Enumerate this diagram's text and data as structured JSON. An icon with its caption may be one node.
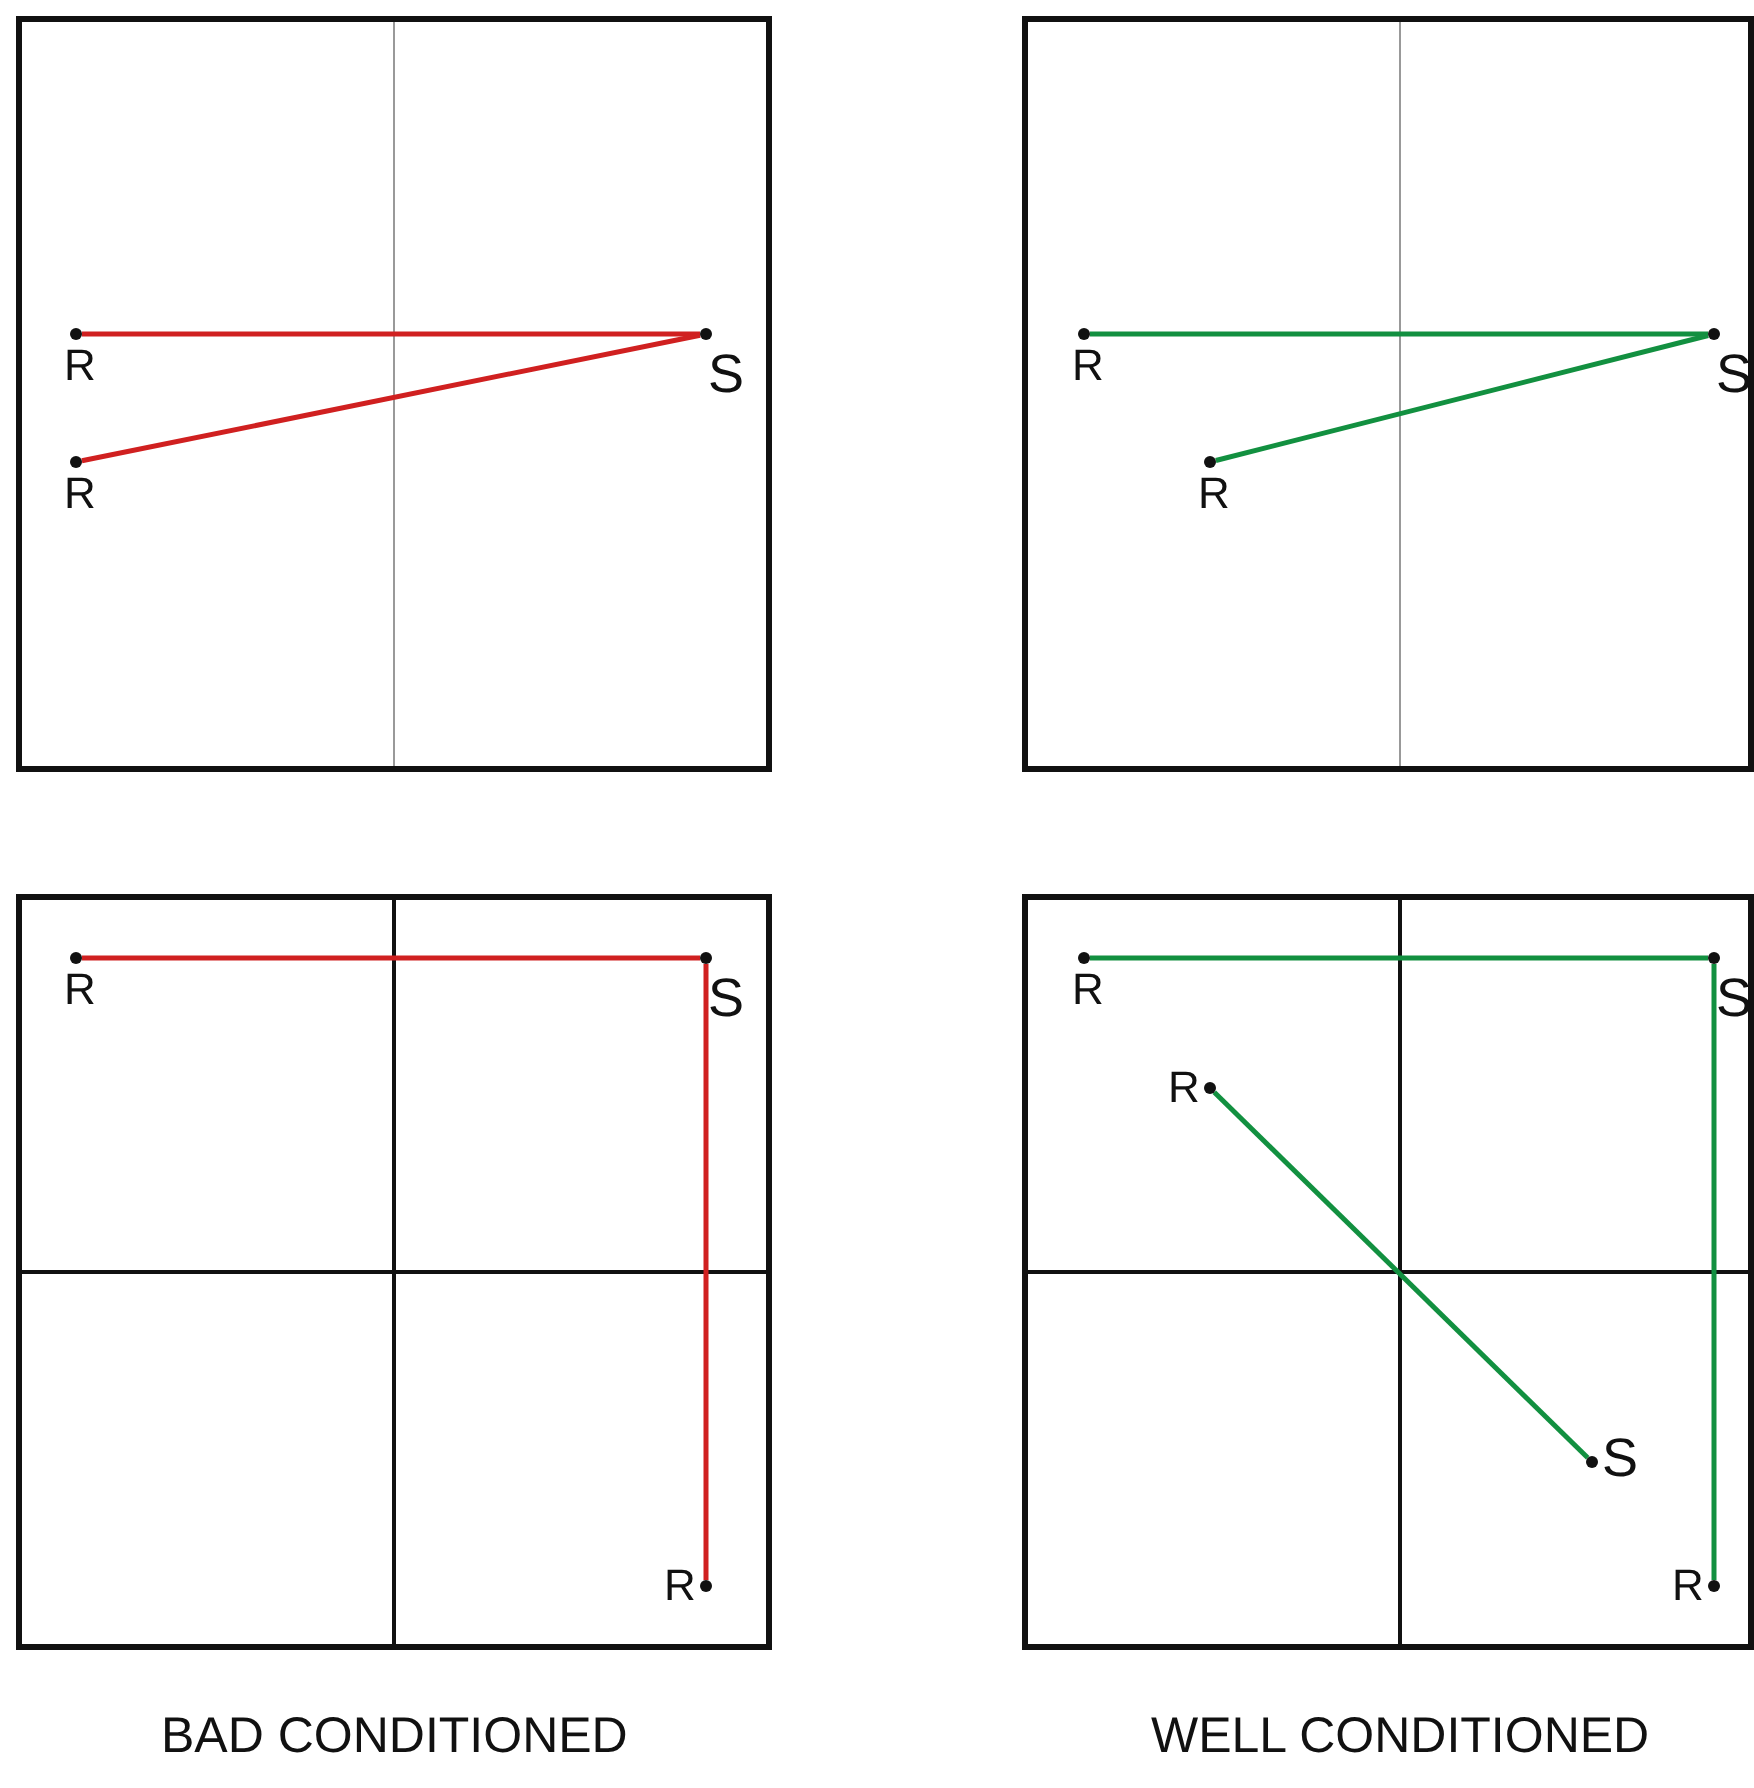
{
  "diagram": {
    "nodes": [
      {
        "text": [],
        "shape": "box"
      },
      {
        "text": [
          "R"
        ],
        "in": 0
      },
      {
        "text": [
          "S"
        ],
        "in": 0
      },
      {
        "text": [
          "R"
        ],
        "in": 0
      },
      {
        "text": [],
        "shape": "box"
      },
      {
        "text": [
          "R"
        ],
        "in": 4
      },
      {
        "text": [
          "S"
        ],
        "in": 4
      },
      {
        "text": [
          "R"
        ],
        "in": 4
      },
      {
        "text": [],
        "shape": "box"
      },
      {
        "text": [
          "R"
        ],
        "in": 8
      },
      {
        "text": [
          "S"
        ],
        "in": 8
      },
      {
        "text": [
          "R"
        ],
        "in": 8
      },
      {
        "text": [],
        "shape": "box"
      },
      {
        "text": [
          "R"
        ],
        "in": 12
      },
      {
        "text": [
          "S"
        ],
        "in": 12
      },
      {
        "text": [
          "R"
        ],
        "in": 12
      },
      {
        "text": [
          "S"
        ],
        "in": 12
      },
      {
        "text": [
          "R"
        ],
        "in": 12
      }
    ],
    "edges": [
      {
        "from": 1,
        "to": 2,
        "arrow": "none",
        "color": "#d02020"
      },
      {
        "from": 3,
        "to": 2,
        "arrow": "none",
        "color": "#d02020"
      },
      {
        "from": 5,
        "to": 6,
        "arrow": "none",
        "color": "#129040"
      },
      {
        "from": 7,
        "to": 6,
        "arrow": "none",
        "color": "#129040"
      },
      {
        "from": 9,
        "to": 10,
        "arrow": "none",
        "color": "#d02020"
      },
      {
        "from": 10,
        "to": 11,
        "arrow": "none",
        "color": "#d02020"
      },
      {
        "from": 13,
        "to": 14,
        "arrow": "none",
        "color": "#129040"
      },
      {
        "from": 14,
        "to": 17,
        "arrow": "none",
        "color": "#129040"
      },
      {
        "from": 15,
        "to": 16,
        "arrow": "none",
        "color": "#129040"
      }
    ],
    "labels": [
      "BAD CONDITIONED",
      "WELL CONDITIONED"
    ]
  }
}
